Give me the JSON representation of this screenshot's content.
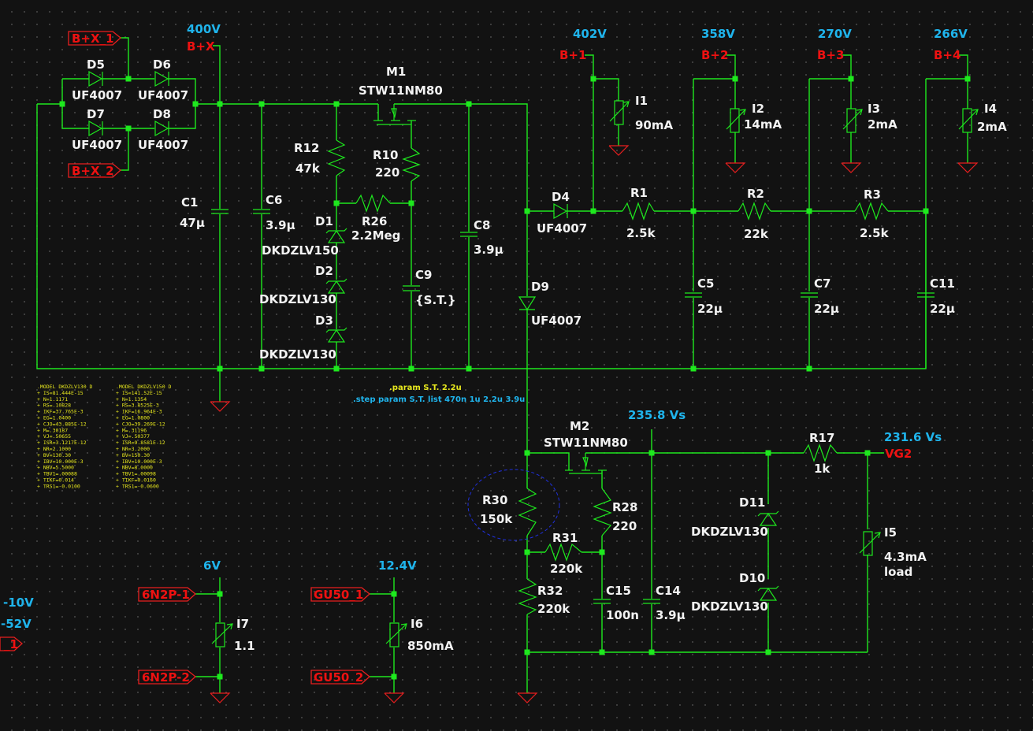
{
  "app": "LTspice schematic",
  "net_labels": {
    "bx": "B+X",
    "bx1": "B+X_1",
    "bx2": "B+X_2",
    "b1": "B+1",
    "b2": "B+2",
    "b3": "B+3",
    "b4": "B+4",
    "vg2": "VG2",
    "n6n2p1": "6N2P-1",
    "n6n2p2": "6N2P-2",
    "gu50_1": "GU50_1",
    "gu50_2": "GU50_2",
    "partial": "_1"
  },
  "voltages": {
    "bx": "400V",
    "b1": "402V",
    "b2": "358V",
    "b3": "270V",
    "b4": "266V",
    "vs": "235.8 Vs",
    "vg2": "231.6 Vs",
    "v6n2p": "6V",
    "vgu50": "12.4V",
    "neg10": "-10V",
    "neg52": "-52V"
  },
  "components": {
    "D5": {
      "ref": "D5",
      "val": "UF4007"
    },
    "D6": {
      "ref": "D6",
      "val": "UF4007"
    },
    "D7": {
      "ref": "D7",
      "val": "UF4007"
    },
    "D8": {
      "ref": "D8",
      "val": "UF4007"
    },
    "M1": {
      "ref": "M1",
      "val": "STW11NM80"
    },
    "M2": {
      "ref": "M2",
      "val": "STW11NM80"
    },
    "C1": {
      "ref": "C1",
      "val": "47µ"
    },
    "C6": {
      "ref": "C6",
      "val": "3.9µ"
    },
    "R12": {
      "ref": "R12",
      "val": "47k"
    },
    "R10": {
      "ref": "R10",
      "val": "220"
    },
    "R26": {
      "ref": "R26",
      "val": "2.2Meg"
    },
    "D1": {
      "ref": "D1",
      "val": "DKDZLV150"
    },
    "D2": {
      "ref": "D2",
      "val": "DKDZLV130"
    },
    "D3": {
      "ref": "D3",
      "val": "DKDZLV130"
    },
    "C9": {
      "ref": "C9",
      "val": "{S.T.}"
    },
    "C8": {
      "ref": "C8",
      "val": "3.9µ"
    },
    "D4": {
      "ref": "D4",
      "val": "UF4007"
    },
    "D9": {
      "ref": "D9",
      "val": "UF4007"
    },
    "R1": {
      "ref": "R1",
      "val": "2.5k"
    },
    "R2": {
      "ref": "R2",
      "val": "22k"
    },
    "R3": {
      "ref": "R3",
      "val": "2.5k"
    },
    "C5": {
      "ref": "C5",
      "val": "22µ"
    },
    "C7": {
      "ref": "C7",
      "val": "22µ"
    },
    "C11": {
      "ref": "C11",
      "val": "22µ"
    },
    "I1": {
      "ref": "I1",
      "val": "90mA"
    },
    "I2": {
      "ref": "I2",
      "val": "14mA"
    },
    "I3": {
      "ref": "I3",
      "val": "2mA"
    },
    "I4": {
      "ref": "I4",
      "val": "2mA"
    },
    "R30": {
      "ref": "R30",
      "val": "150k"
    },
    "R28": {
      "ref": "R28",
      "val": "220"
    },
    "R31": {
      "ref": "R31",
      "val": "220k"
    },
    "R32": {
      "ref": "R32",
      "val": "220k"
    },
    "C15": {
      "ref": "C15",
      "val": "100n"
    },
    "C14": {
      "ref": "C14",
      "val": "3.9µ"
    },
    "R17": {
      "ref": "R17",
      "val": "1k"
    },
    "D11": {
      "ref": "D11",
      "val": "DKDZLV130"
    },
    "D10": {
      "ref": "D10",
      "val": "DKDZLV130"
    },
    "I5": {
      "ref": "I5",
      "val": "4.3mA",
      "val2": "load"
    },
    "I7": {
      "ref": "I7",
      "val": "1.1"
    },
    "I6": {
      "ref": "I6",
      "val": "850mA"
    }
  },
  "directives": {
    "param": ".param S.T. 2.2u",
    "step": ".step param S.T. list 470n 1u 2.2u 3.9u"
  },
  "models": {
    "m130": [
      ".MODEL DKDZLV130 D",
      "+ IS=81.444E-15",
      "+ N=1.1171",
      "+ RS=.10828",
      "+ IKF=37.765E-3",
      "+ EG=1.0400",
      "+ CJO=43.885E-12",
      "+ M=.30187",
      "+ VJ=.50655",
      "+ ISR=3.1217E-12",
      "+ NR=2.1000",
      "+ BV=130.30",
      "+ IBV=10.000E-3",
      "+ NBV=5.5000",
      "+ TBV1=.00088",
      "+ TIKF=0.014",
      "+ TRS1=-0.0100"
    ],
    "m150": [
      ".MODEL DKDZLV150 D",
      "+ IS=141.52E-15",
      "+ N=1.1354",
      "+ RS=3.8525E-3",
      "+ IKF=16.964E-3",
      "+ EG=1.0800",
      "+ CJO=39.269E-12",
      "+ M=.31196",
      "+ VJ=.50377",
      "+ ISR=9.8581E-12",
      "+ NR=3.2000",
      "+ BV=150.30",
      "+ IBV=10.000E-3",
      "+ NBV=8.0000",
      "+ TBV1=.00098",
      "+ TIKF=0.0160",
      "+ TRS1=-0.0600"
    ]
  }
}
